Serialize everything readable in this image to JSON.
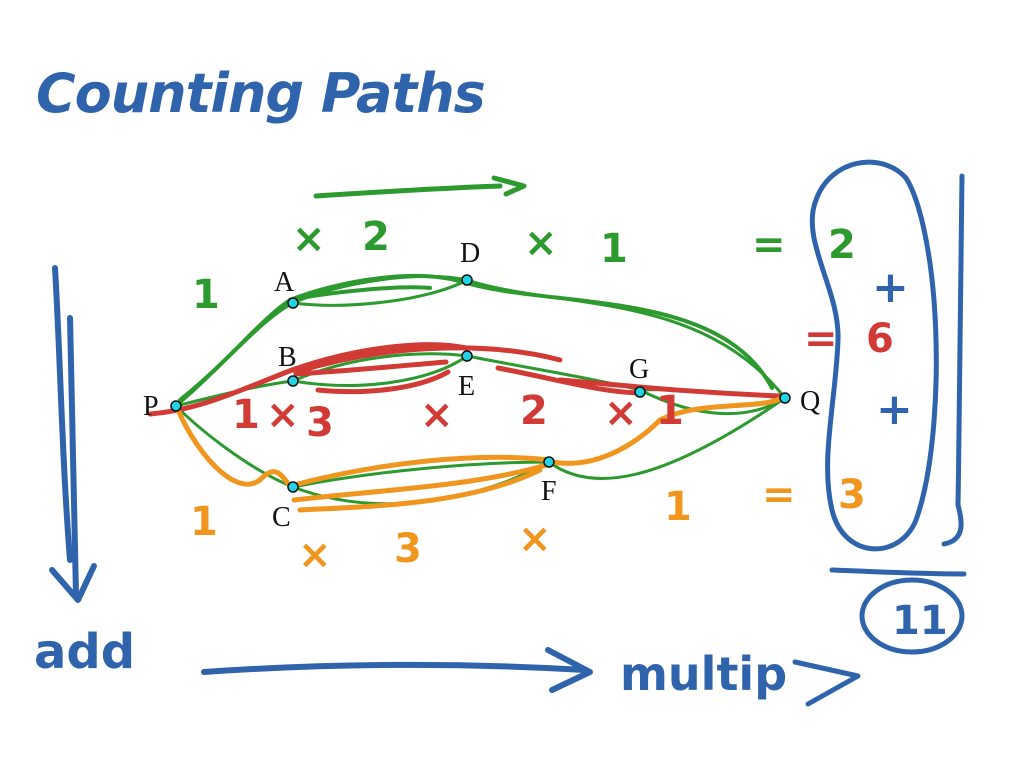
{
  "colors": {
    "blue": "#2f64ad",
    "green": "#2c9a2f",
    "red": "#d23a35",
    "orange": "#f0961e",
    "node_fill": "#22d3e6",
    "node_stroke": "#111111"
  },
  "title": "Counting Paths",
  "notes": {
    "add": "add",
    "multiply": "multip",
    "total": "11"
  },
  "nodes": {
    "P": "P",
    "A": "A",
    "B": "B",
    "C": "C",
    "D": "D",
    "E": "E",
    "F": "F",
    "G": "G",
    "Q": "Q"
  },
  "green_row": {
    "first": "1",
    "times1": "×",
    "two": "2",
    "times2": "×",
    "one": "1",
    "equals": "=",
    "result": "2"
  },
  "red_row": {
    "first": "1",
    "times1": "×",
    "three": "3",
    "times2": "×",
    "two": "2",
    "times3": "×",
    "one": "1",
    "equals": "=",
    "result": "6"
  },
  "orange_row": {
    "first": "1",
    "times1": "×",
    "three": "3",
    "times2": "×",
    "one": "1",
    "equals": "=",
    "result": "3"
  },
  "plus_signs": [
    "+",
    "+"
  ]
}
